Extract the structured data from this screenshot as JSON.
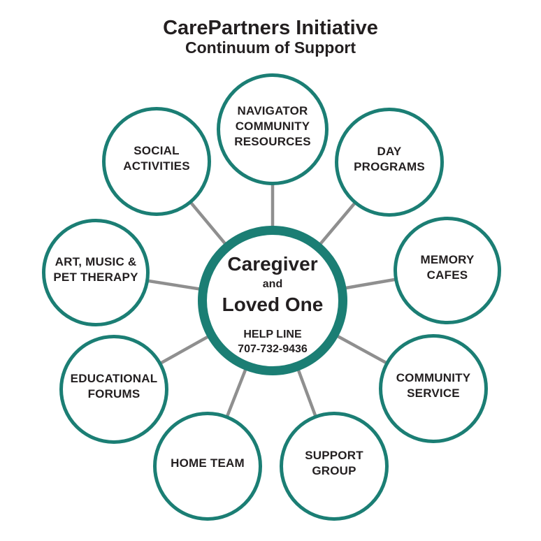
{
  "header": {
    "title": "CarePartners Initiative",
    "subtitle": "Continuum of Support"
  },
  "center": {
    "line1": "Caregiver",
    "conjunction": "and",
    "line2": "Loved One",
    "helpline_label": "HELP LINE",
    "helpline_number": "707-732-9436"
  },
  "satellites": [
    {
      "id": "navigator-community-resources",
      "label": "NAVIGATOR\nCOMMUNITY\nRESOURCES"
    },
    {
      "id": "day-programs",
      "label": "DAY\nPROGRAMS"
    },
    {
      "id": "memory-cafes",
      "label": "MEMORY\nCAFES"
    },
    {
      "id": "community-service",
      "label": "COMMUNITY\nSERVICE"
    },
    {
      "id": "support-group",
      "label": "SUPPORT\nGROUP"
    },
    {
      "id": "home-team",
      "label": "HOME TEAM"
    },
    {
      "id": "educational-forums",
      "label": "EDUCATIONAL\nFORUMS"
    },
    {
      "id": "art-music-pet-therapy",
      "label": "ART, MUSIC &\nPET THERAPY"
    },
    {
      "id": "social-activities",
      "label": "SOCIAL\nACTIVITIES"
    }
  ],
  "colors": {
    "ring_teal": "#1b7e74",
    "spoke_gray": "#8f8f8f",
    "text_black": "#231f20"
  }
}
